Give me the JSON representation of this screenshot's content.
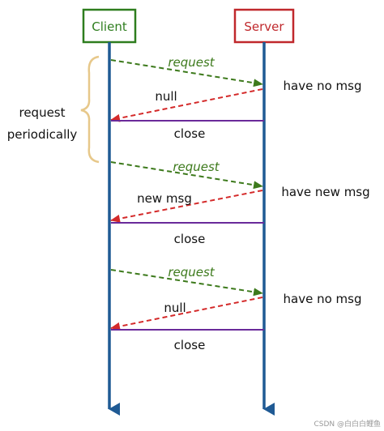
{
  "participants": {
    "client": {
      "label": "Client",
      "color": "#2e7d1e"
    },
    "server": {
      "label": "Server",
      "color": "#c0282c"
    }
  },
  "lifeline_color": "#1f5a94",
  "periodic_note": {
    "line1": "request",
    "line2": "periodically",
    "brace_color": "#e7c88a"
  },
  "rounds": [
    {
      "request": "request",
      "response": "null",
      "server_note": "have no msg",
      "close": "close"
    },
    {
      "request": "request",
      "response": "new msg",
      "server_note": "have new msg",
      "close": "close"
    },
    {
      "request": "request",
      "response": "null",
      "server_note": "have no msg",
      "close": "close"
    }
  ],
  "colors": {
    "request": "#3d7a1c",
    "response": "#d42a2a",
    "close": "#6a2a9a"
  },
  "watermark": "CSDN @白白白鲤鱼"
}
